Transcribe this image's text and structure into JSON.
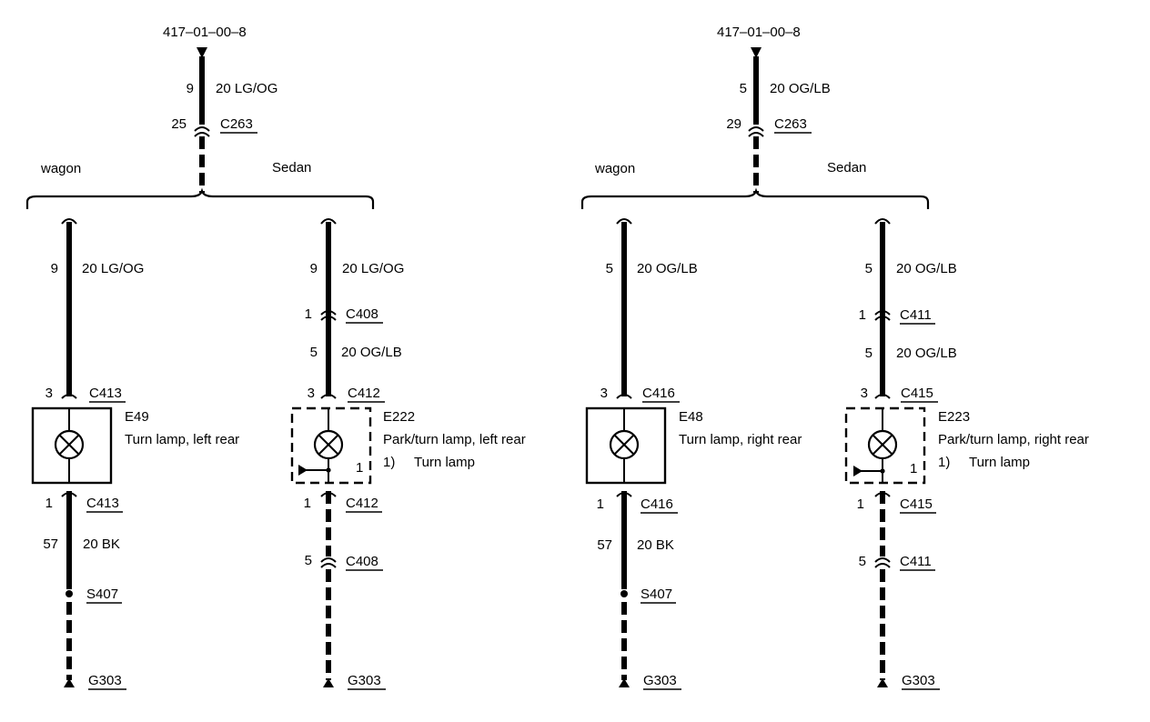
{
  "left_circuit": {
    "ref": "417–01–00–8",
    "top_pin": "9",
    "top_wire": "20 LG/OG",
    "top_conn_pin": "25",
    "top_conn": "C263",
    "branch_a_label": "wagon",
    "branch_b_label": "Sedan",
    "wagon": {
      "pin1": "9",
      "wire1": "20 LG/OG",
      "lamp_in_pin": "3",
      "lamp_in_conn": "C413",
      "lamp_id": "E49",
      "lamp_name": "Turn lamp, left rear",
      "lamp_out_pin": "1",
      "lamp_out_conn": "C413",
      "gnd_pin": "57",
      "gnd_wire": "20 BK",
      "splice": "S407",
      "ground": "G303"
    },
    "sedan": {
      "pin1": "9",
      "wire1": "20 LG/OG",
      "conn2_pin": "1",
      "conn2": "C408",
      "pin2": "5",
      "wire2": "20 OG/LB",
      "lamp_in_pin": "3",
      "lamp_in_conn": "C412",
      "lamp_id": "E222",
      "lamp_name": "Park/turn lamp, left rear",
      "note_num": "1)",
      "note_text": "Turn lamp",
      "inner_pin": "1",
      "lamp_out_pin": "1",
      "lamp_out_conn": "C412",
      "conn3_pin": "5",
      "conn3": "C408",
      "ground": "G303"
    }
  },
  "right_circuit": {
    "ref": "417–01–00–8",
    "top_pin": "5",
    "top_wire": "20 OG/LB",
    "top_conn_pin": "29",
    "top_conn": "C263",
    "branch_a_label": "wagon",
    "branch_b_label": "Sedan",
    "wagon": {
      "pin1": "5",
      "wire1": "20 OG/LB",
      "lamp_in_pin": "3",
      "lamp_in_conn": "C416",
      "lamp_id": "E48",
      "lamp_name": "Turn lamp, right rear",
      "lamp_out_pin": "1",
      "lamp_out_conn": "C416",
      "gnd_pin": "57",
      "gnd_wire": "20 BK",
      "splice": "S407",
      "ground": "G303"
    },
    "sedan": {
      "pin1": "5",
      "wire1": "20 OG/LB",
      "conn2_pin": "1",
      "conn2": "C411",
      "pin2": "5",
      "wire2": "20 OG/LB",
      "lamp_in_pin": "3",
      "lamp_in_conn": "C415",
      "lamp_id": "E223",
      "lamp_name": "Park/turn lamp, right rear",
      "note_num": "1)",
      "note_text": "Turn lamp",
      "inner_pin": "1",
      "lamp_out_pin": "1",
      "lamp_out_conn": "C415",
      "conn3_pin": "5",
      "conn3": "C411",
      "ground": "G303"
    }
  }
}
